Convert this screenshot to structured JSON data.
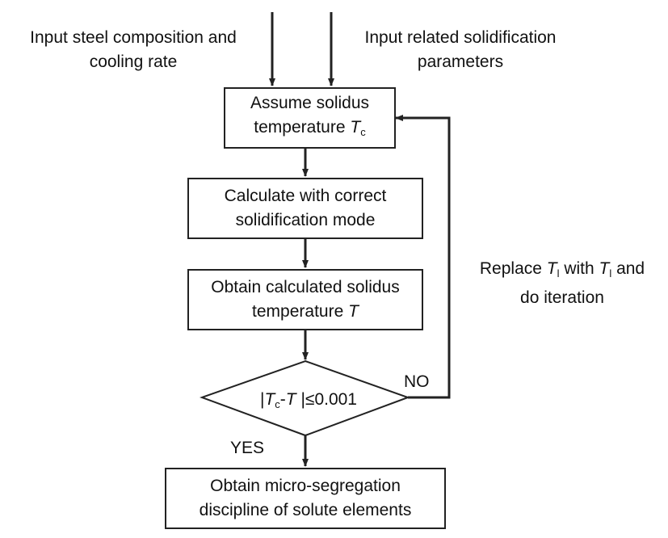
{
  "inputs": {
    "steel_line1": "Input steel composition and",
    "steel_line2": "cooling rate",
    "params_line1": "Input related solidification",
    "params_line2": "parameters"
  },
  "steps": {
    "assume_line1": "Assume solidus",
    "assume_line2_prefix": "temperature ",
    "assume_var": "T",
    "assume_sub": "c",
    "calc_line1": "Calculate with correct",
    "calc_line2": "solidification mode",
    "obtain_line1": "Obtain calculated solidus",
    "obtain_line2_prefix": "temperature ",
    "obtain_var": "T",
    "decision_open": "|",
    "decision_var1": "T",
    "decision_sub1": "c",
    "decision_minus": "-",
    "decision_var2": "T",
    "decision_close": " |≤0.001",
    "final_line1": "Obtain micro-segregation",
    "final_line2": "discipline of solute elements"
  },
  "branches": {
    "no": "NO",
    "yes": "YES",
    "replace_prefix": "Replace ",
    "replace_var1": "T",
    "replace_sub1": "l",
    "replace_mid": " with ",
    "replace_var2": "T",
    "replace_sub2": "l",
    "replace_suffix": " and",
    "replace_line2": "do iteration"
  },
  "colors": {
    "line": "#222222",
    "text": "#111111",
    "background": "#ffffff"
  }
}
